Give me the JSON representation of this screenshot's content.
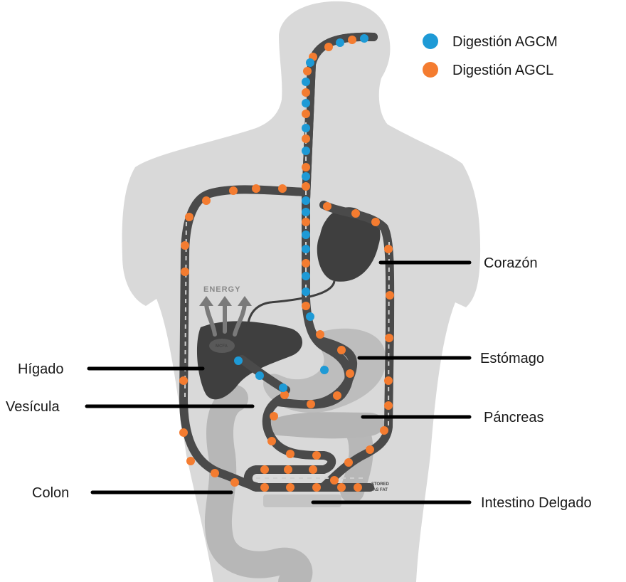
{
  "legend": {
    "mcfa": {
      "label": "Digestión AGCM",
      "color": "#1e9ad6"
    },
    "lcfa": {
      "label": "Digestión AGCL",
      "color": "#f47c30"
    }
  },
  "organs": {
    "heart": "Corazón",
    "stomach": "Estómago",
    "pancreas": "Páncreas",
    "small_intestine": "Intestino Delgado",
    "liver": "Hígado",
    "gallbladder": "Vesícula",
    "colon": "Colon"
  },
  "diagram_text": {
    "energy": "ENERGY",
    "liver_tag": "MCFA",
    "stored": "STORED",
    "as_fat": "AS FAT"
  },
  "colors": {
    "body": "#d9d9d9",
    "organ_light": "#b7b7b7",
    "organ_dark": "#3f3f3f",
    "tube": "#4a4a4a"
  }
}
